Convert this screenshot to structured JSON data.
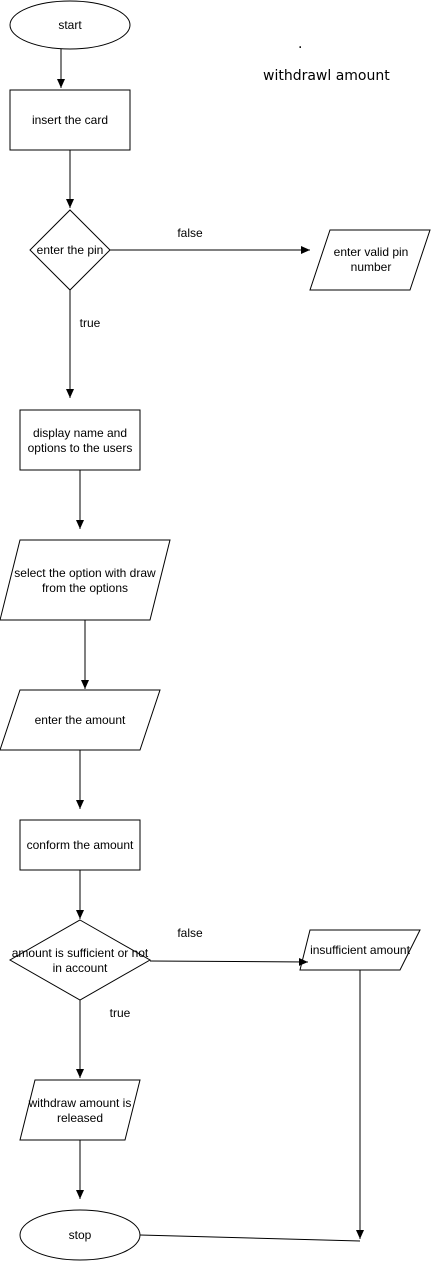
{
  "title": "withdrawl amount",
  "dot": ".",
  "nodes": {
    "start": "start",
    "insert_card": "insert the card",
    "enter_pin": "enter the pin",
    "enter_valid_pin": "enter valid pin number",
    "display_name": "display name and options to the users",
    "select_option": "select the option with draw from the options",
    "enter_amount": "enter the amount",
    "conform_amount": "conform the amount",
    "amount_check": "amount is sufficient or not in account",
    "insufficient": "insufficient amount",
    "withdraw_released": "withdraw amount is released",
    "stop": "stop"
  },
  "edges": {
    "pin_false": "false",
    "pin_true": "true",
    "amount_false": "false",
    "amount_true": "true"
  }
}
